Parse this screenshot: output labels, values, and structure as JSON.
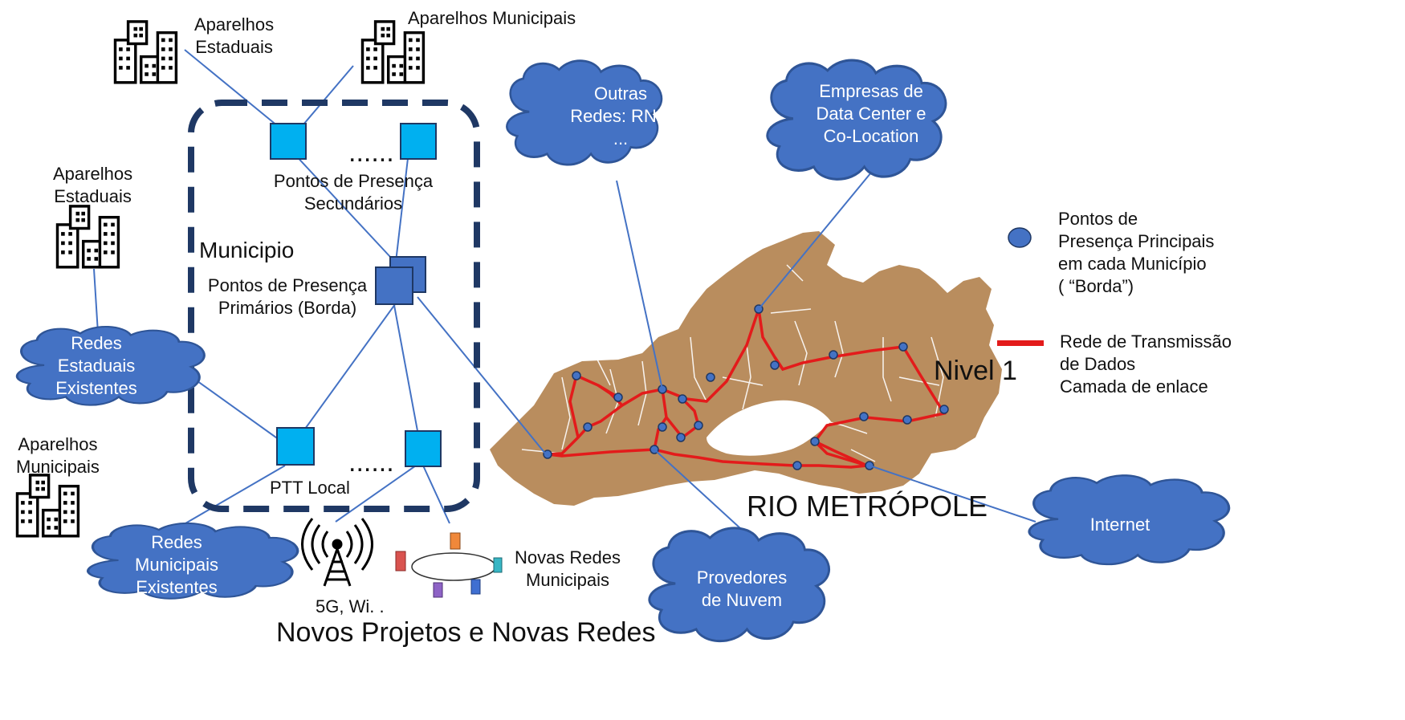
{
  "buildings": {
    "estaduais_top": "Aparelhos\nEstaduais",
    "municipais_top": "Aparelhos Municipais",
    "estaduais_left": "Aparelhos\nEstaduais",
    "municipais_left": "Aparelhos\nMunicipais"
  },
  "municipio": {
    "label": "Municipio",
    "dots": "......",
    "pop_secundarios": [
      "Pontos de Presença",
      "Secundários"
    ],
    "pop_primarios": [
      "Pontos de Presença",
      "Primários (Borda)"
    ],
    "ptt_local": "PTT Local"
  },
  "clouds": {
    "outras_redes": [
      "Outras",
      "Redes: RNP,",
      "..."
    ],
    "data_center": [
      "Empresas de",
      "Data Center e",
      "Co-Location"
    ],
    "redes_estaduais": [
      "Redes",
      "Estaduais",
      "Existentes"
    ],
    "redes_municipais": [
      "Redes",
      "Municipais",
      "Existentes"
    ],
    "provedores": [
      "Provedores",
      "de Nuvem"
    ],
    "internet": "Internet"
  },
  "new_networks": {
    "antenna_label": "5G, Wi. .",
    "novas_redes": [
      "Novas Redes",
      "Municipais"
    ],
    "title": "Novos Projetos e Novas Redes"
  },
  "map": {
    "nivel": "Nivel 1",
    "rio_metropole": "RIO METRÓPOLE"
  },
  "legend": {
    "pop_principal": [
      "Pontos de",
      "Presença Principais",
      "em cada Município",
      "( “Borda”)"
    ],
    "rede_transmissao": [
      "Rede de Transmissão",
      "de Dados",
      "Camada de enlace"
    ]
  },
  "colors": {
    "cloud_fill": "#4472c4",
    "square_light": "#00b0f0",
    "square_dark": "#4472c4",
    "dash_border": "#1f3864",
    "link_line": "#4472c4",
    "map_land": "#b98d5e",
    "transmission": "#e31b1b"
  }
}
